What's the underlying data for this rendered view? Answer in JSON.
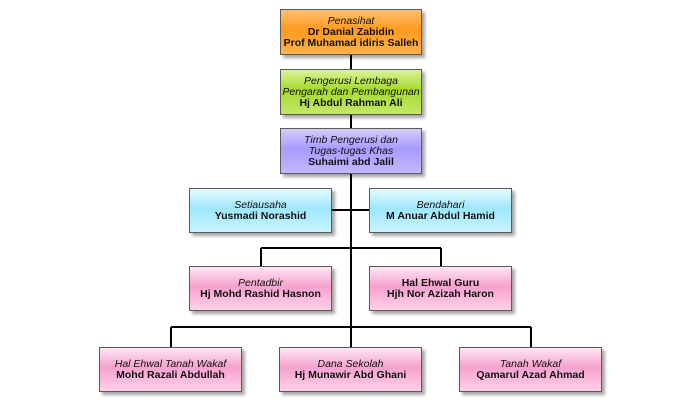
{
  "colors": {
    "orange": "#ff9a1f",
    "green": "#a6da2c",
    "purple": "#a89bff",
    "cyan": "#9ee7fb",
    "pink": "#f6a2cf",
    "connector": "#000000"
  },
  "nodes": {
    "penasihat": {
      "role": "Penasihat",
      "names": [
        "Dr Danial Zabidin",
        "Prof Muhamad idiris Salleh"
      ]
    },
    "pengerusi": {
      "role_lines": [
        "Pengerusi Lembaga",
        "Pengarah dan Pembangunan"
      ],
      "name": "Hj Abdul Rahman Ali"
    },
    "timb": {
      "role_lines": [
        "Timb Pengerusi dan",
        "Tugas-tugas Khas"
      ],
      "name": "Suhaimi abd Jalil"
    },
    "setiausaha": {
      "role": "Setiausaha",
      "name": "Yusmadi Norashid"
    },
    "bendahari": {
      "role": "Bendahari",
      "name": "M Anuar Abdul Hamid"
    },
    "pentadbir": {
      "role": "Pentadbir",
      "name": "Hj Mohd Rashid Hasnon"
    },
    "halehwalguru": {
      "role": "Hal Ehwal Guru",
      "name": "Hjh Nor Azizah Haron"
    },
    "wakaf": {
      "role": "Hal Ehwal Tanah Wakaf",
      "name": "Mohd Razali Abdullah"
    },
    "danasekolah": {
      "role": "Dana Sekolah",
      "name": "Hj Munawir Abd Ghani"
    },
    "tanahwakaf": {
      "role": "Tanah Wakaf",
      "name": "Qamarul Azad Ahmad"
    }
  }
}
